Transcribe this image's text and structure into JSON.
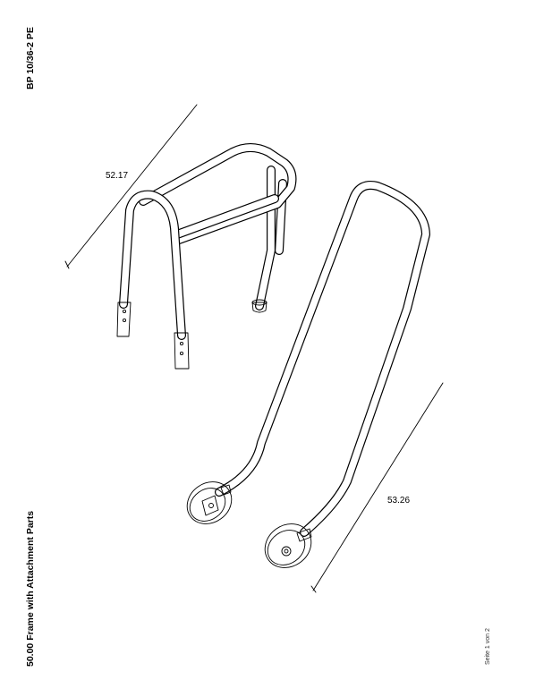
{
  "header": {
    "model": "BP 10/36-2 PE"
  },
  "footer": {
    "section_title": "50.00 Frame with Attachment Parts",
    "page_number": "Seite 1 von 2"
  },
  "callouts": [
    {
      "id": "frame",
      "label": "52.17"
    },
    {
      "id": "handle",
      "label": "53.26"
    }
  ]
}
